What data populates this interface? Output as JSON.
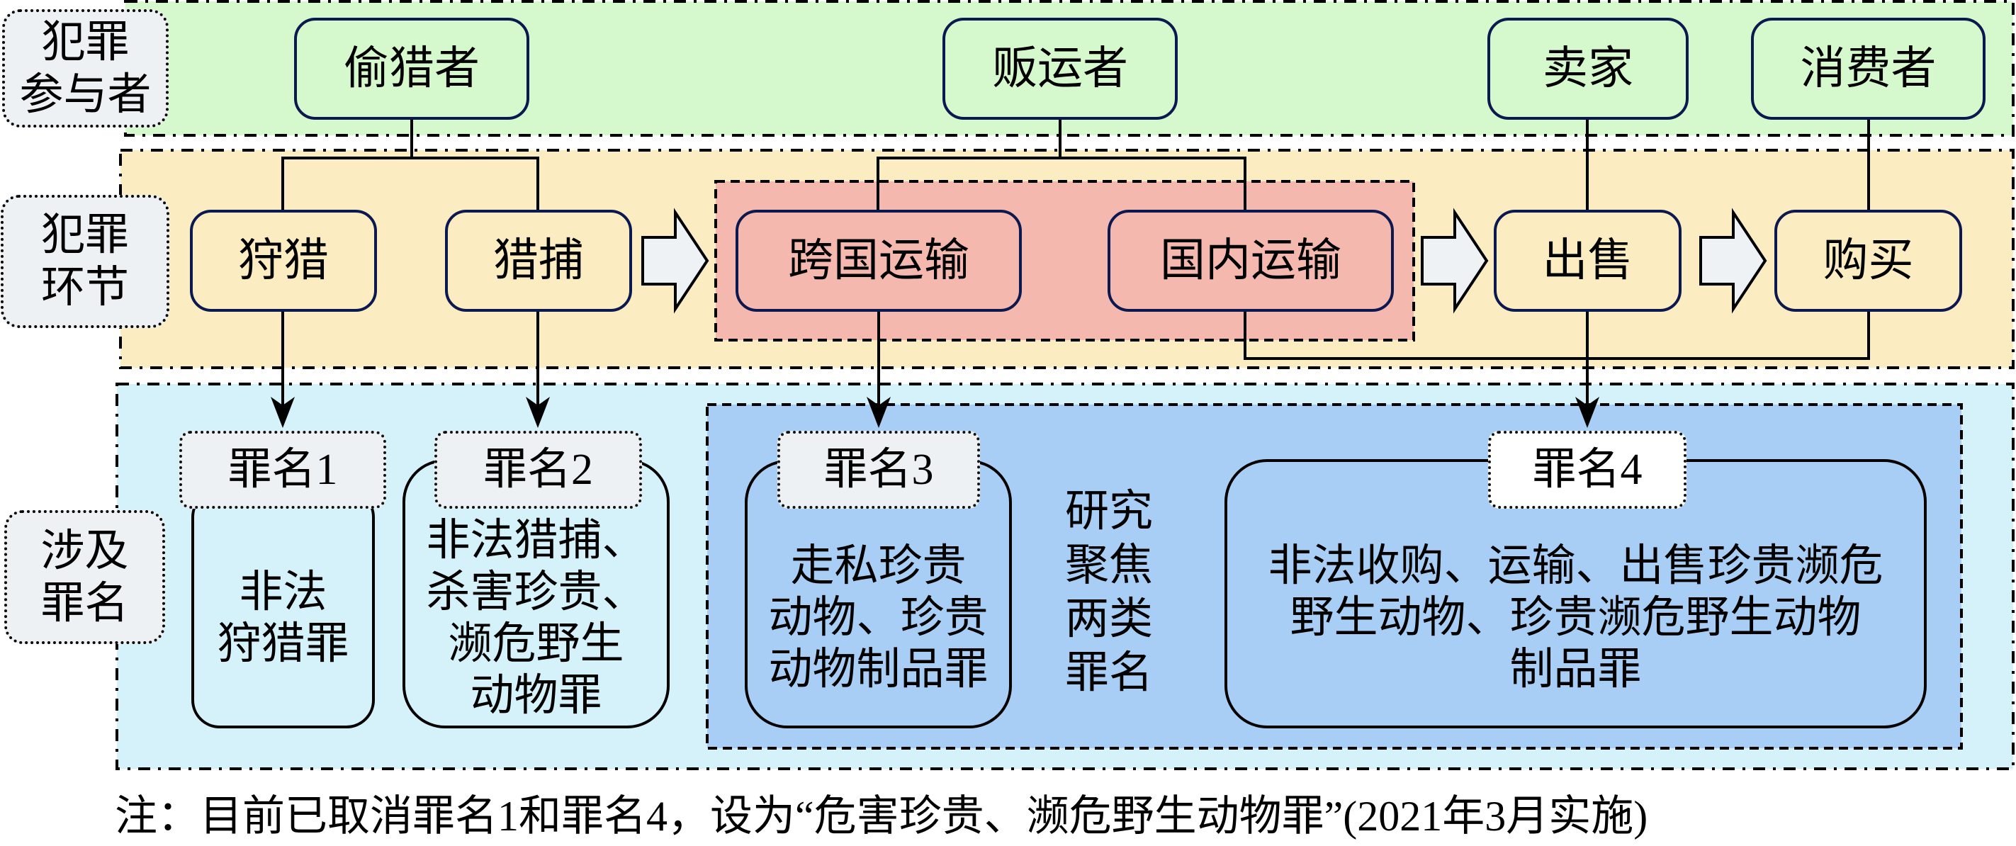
{
  "rows": {
    "participants": {
      "label_lines": [
        "犯罪",
        "参与者"
      ],
      "color": "#d5f8cc"
    },
    "stages": {
      "label_lines": [
        "犯罪",
        "环节"
      ],
      "color": "#fcecc2"
    },
    "charges": {
      "label_lines": [
        "涉及",
        "罪名"
      ],
      "color": "#d5f1fa"
    }
  },
  "participants": [
    {
      "label": "偷猎者"
    },
    {
      "label": "贩运者"
    },
    {
      "label": "卖家"
    },
    {
      "label": "消费者"
    }
  ],
  "stages": [
    {
      "label": "狩猎"
    },
    {
      "label": "猎捕"
    },
    {
      "label": "跨国运输"
    },
    {
      "label": "国内运输"
    },
    {
      "label": "出售"
    },
    {
      "label": "购买"
    }
  ],
  "transport_group": {
    "color": "#f5b8ae"
  },
  "charges": [
    {
      "tag": "罪名1",
      "lines": [
        "非法",
        "狩猎罪"
      ]
    },
    {
      "tag": "罪名2",
      "lines": [
        "非法猎捕、",
        "杀害珍贵、",
        "濒危野生",
        "动物罪"
      ]
    },
    {
      "tag": "罪名3",
      "lines": [
        "走私珍贵",
        "动物、珍贵",
        "动物制品罪"
      ]
    },
    {
      "tag": "罪名4",
      "lines": [
        "非法收购、运输、出售珍贵濒危",
        "野生动物、珍贵濒危野生动物",
        "制品罪"
      ]
    }
  ],
  "focus": {
    "lines": [
      "研究",
      "聚焦",
      "两类",
      "罪名"
    ],
    "color": "#a8cef5"
  },
  "note": "注：目前已取消罪名1和罪名4，设为“危害珍贵、濒危野生动物罪”(2021年3月实施)"
}
